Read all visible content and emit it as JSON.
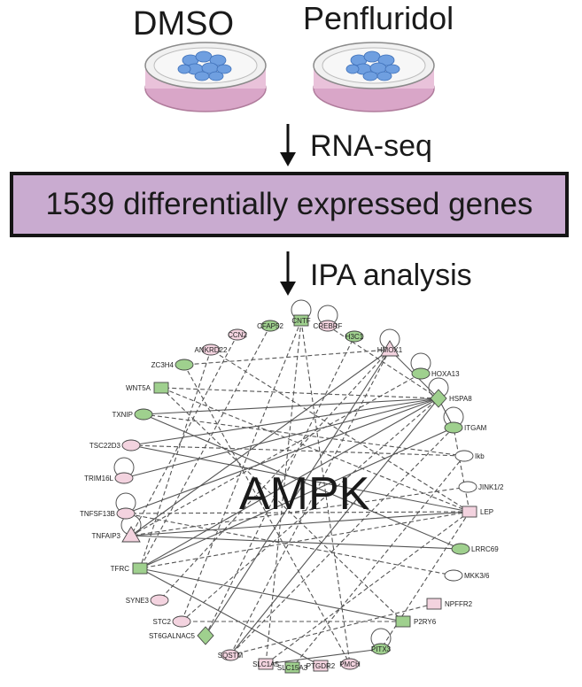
{
  "labels": {
    "dmso": "DMSO",
    "penfluridol": "Penfluridol",
    "step1": "RNA-seq",
    "summary": "1539 differentially expressed genes",
    "step2": "IPA analysis",
    "hub": "AMPK"
  },
  "colors": {
    "banner_fill": "#c9abd0",
    "dish_cells": "#6f9fe0",
    "dish_base": "#d9a6c8",
    "up_node": "#f3d3df",
    "down_node": "#9fd08e",
    "neutral_node": "#ffffff"
  },
  "network": {
    "nodes": [
      {
        "label": "CCN2",
        "shape": "ellipse",
        "state": "up"
      },
      {
        "label": "CFAP52",
        "shape": "ellipse",
        "state": "down"
      },
      {
        "label": "CNTF",
        "shape": "rect",
        "state": "down"
      },
      {
        "label": "CREBRF",
        "shape": "ellipse",
        "state": "up"
      },
      {
        "label": "H3C1",
        "shape": "ellipse",
        "state": "down"
      },
      {
        "label": "HMOX1",
        "shape": "triangle",
        "state": "up"
      },
      {
        "label": "HOXA13",
        "shape": "ellipse",
        "state": "down"
      },
      {
        "label": "HSPA8",
        "shape": "diamond",
        "state": "down"
      },
      {
        "label": "ITGAM",
        "shape": "ellipse",
        "state": "down"
      },
      {
        "label": "Ikb",
        "shape": "ellipse",
        "state": "neutral"
      },
      {
        "label": "JINK1/2",
        "shape": "ellipse",
        "state": "neutral"
      },
      {
        "label": "LEP",
        "shape": "rect",
        "state": "up"
      },
      {
        "label": "LRRC69",
        "shape": "ellipse",
        "state": "down"
      },
      {
        "label": "MKK3/6",
        "shape": "ellipse",
        "state": "neutral"
      },
      {
        "label": "NPFFR2",
        "shape": "rect",
        "state": "up"
      },
      {
        "label": "P2RY6",
        "shape": "rect",
        "state": "down"
      },
      {
        "label": "PITX3",
        "shape": "ellipse",
        "state": "down"
      },
      {
        "label": "PMCH",
        "shape": "ellipse",
        "state": "up"
      },
      {
        "label": "PTGDR2",
        "shape": "rect",
        "state": "up"
      },
      {
        "label": "SLC15A3",
        "shape": "rect",
        "state": "down"
      },
      {
        "label": "SLC1A5",
        "shape": "rect",
        "state": "up"
      },
      {
        "label": "SQSTM",
        "shape": "ellipse",
        "state": "up"
      },
      {
        "label": "ST6GALNAC5",
        "shape": "diamond",
        "state": "down"
      },
      {
        "label": "STC2",
        "shape": "ellipse",
        "state": "up"
      },
      {
        "label": "SYNE3",
        "shape": "ellipse",
        "state": "up"
      },
      {
        "label": "TFRC",
        "shape": "rect",
        "state": "down"
      },
      {
        "label": "TNFAIP3",
        "shape": "triangle",
        "state": "up"
      },
      {
        "label": "TNFSF13B",
        "shape": "ellipse",
        "state": "up"
      },
      {
        "label": "TRIM16L",
        "shape": "ellipse",
        "state": "up"
      },
      {
        "label": "TSC22D3",
        "shape": "ellipse",
        "state": "up"
      },
      {
        "label": "TXNIP",
        "shape": "ellipse",
        "state": "down"
      },
      {
        "label": "WNT5A",
        "shape": "rect",
        "state": "down"
      },
      {
        "label": "ZC3H4",
        "shape": "ellipse",
        "state": "down"
      },
      {
        "label": "ANKRD22",
        "shape": "ellipse",
        "state": "up"
      }
    ]
  }
}
